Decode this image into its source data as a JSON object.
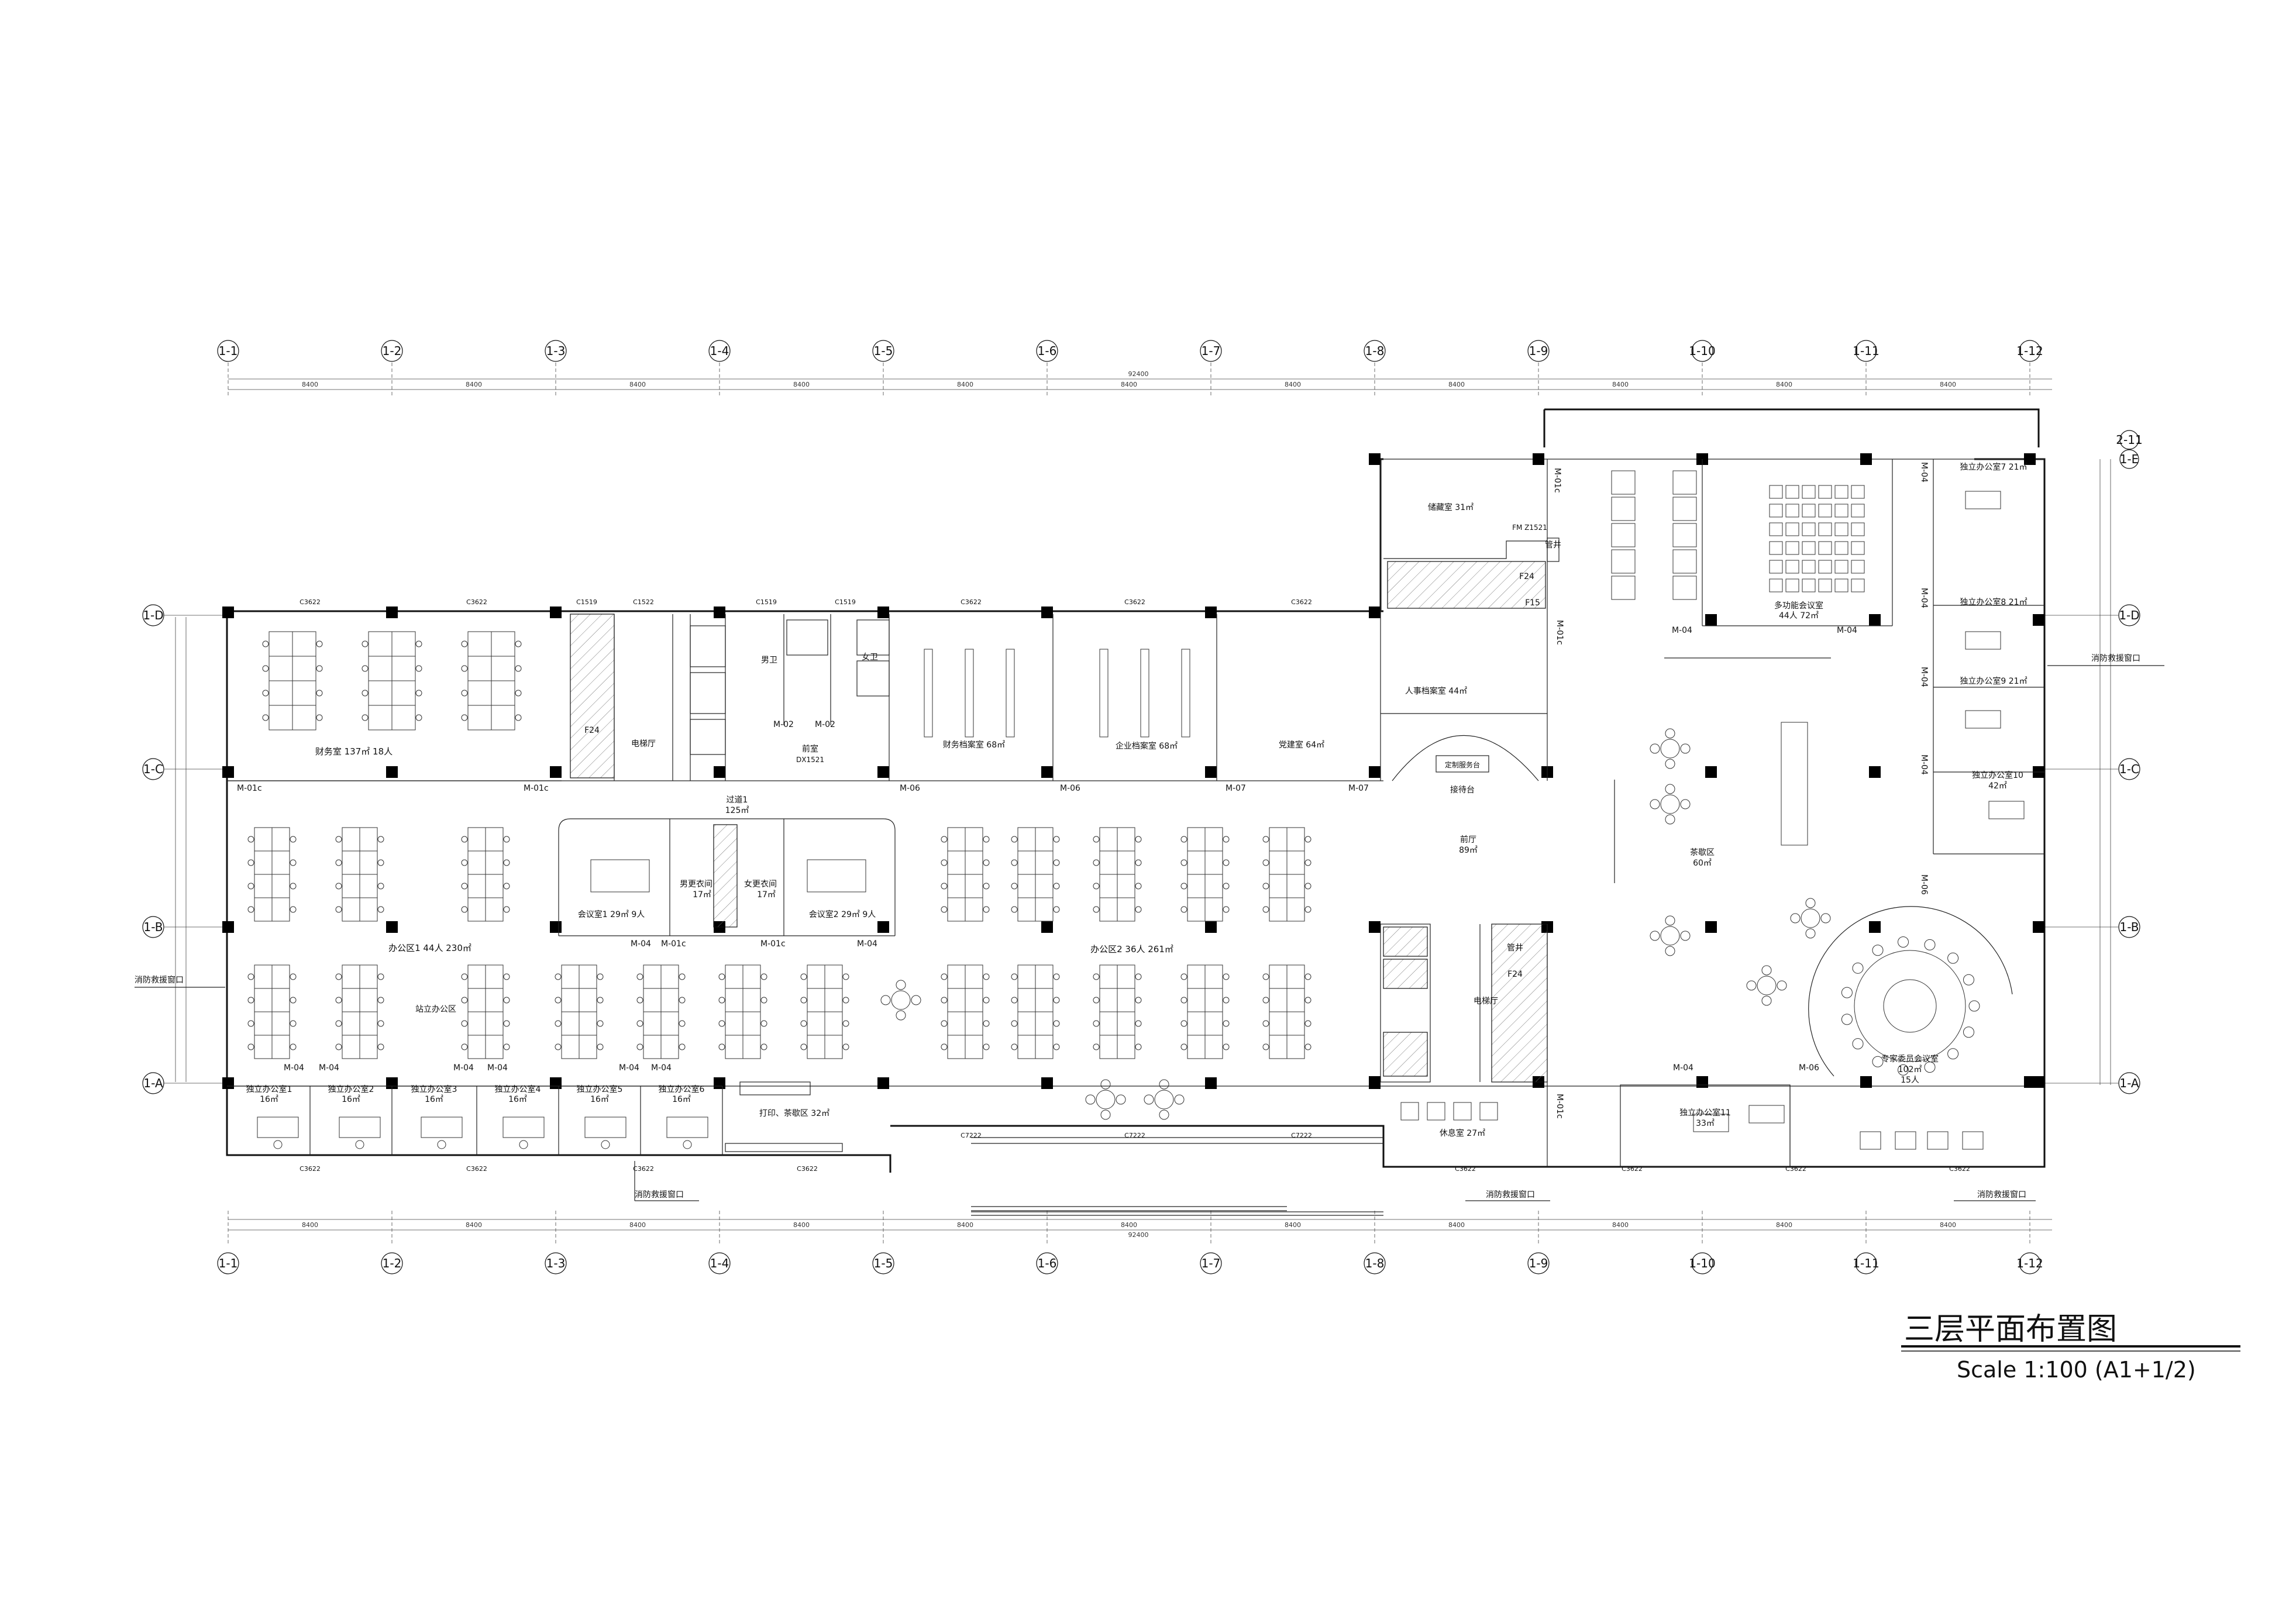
{
  "title": "三层平面布置图",
  "scale": "Scale  1:100 (A1+1/2)",
  "axes_cols": [
    "1-1",
    "1-2",
    "1-3",
    "1-4",
    "1-5",
    "1-6",
    "1-7",
    "1-8",
    "1-9",
    "1-10",
    "1-11",
    "1-12"
  ],
  "axes_rows": [
    "1-D",
    "1-C",
    "1-B",
    "1-A"
  ],
  "axes_rows_extra": [
    "2-11",
    "1-E"
  ],
  "dims": {
    "bay": "8400",
    "total": "92400"
  },
  "rooms": {
    "finance": "财务室  137㎡  18人",
    "elevator_hall_left": "电梯厅",
    "f24_left": "F24",
    "male_wc": "男卫",
    "female_wc": "女卫",
    "front_room": "前室",
    "dx1521": "DX1521",
    "finance_archive": "财务档案室 68㎡",
    "enterprise_archive": "企业档案室 68㎡",
    "party_room": "党建室  64㎡",
    "storage": "储藏室  31㎡",
    "fm_z1521": "FM Z1521",
    "pipe_shaft": "管井",
    "f24_top": "F24",
    "f15": "F15",
    "hr_archive": "人事档案室 44㎡",
    "custom_service": "定制服务台",
    "reception": "接待台",
    "lobby": "前厅",
    "lobby_area": "89㎡",
    "multi_meeting": "多功能会议室",
    "multi_meeting_area": "44人 72㎡",
    "corridor": "过道1",
    "corridor_area": "125㎡",
    "meeting1": "会议室1  29㎡ 9人",
    "meeting2": "会议室2  29㎡ 9人",
    "male_locker": "男更衣间",
    "male_locker_area": "17㎡",
    "female_locker": "女更衣间",
    "female_locker_area": "17㎡",
    "office1": "办公区1  44人 230㎡",
    "station_office": "站立办公区",
    "office2": "办公区2  36人 261㎡",
    "tea_area": "茶歇区",
    "tea_area_size": "60㎡",
    "expert_meeting": "专家委员会议室",
    "expert_meeting_area": "102㎡",
    "expert_meeting_people": "15人",
    "elevator_hall_right": "电梯厅",
    "f24_right": "F24",
    "pipe_shaft_right": "管井",
    "rest_room": "休息室  27㎡",
    "print_tea": "打印、茶歇区  32㎡",
    "office_ind1": "独立办公室1",
    "office_ind2": "独立办公室2",
    "office_ind3": "独立办公室3",
    "office_ind4": "独立办公室4",
    "office_ind5": "独立办公室5",
    "office_ind6": "独立办公室6",
    "office_ind_area": "16㎡",
    "office_ind7": "独立办公室7  21㎡",
    "office_ind8": "独立办公室8  21㎡",
    "office_ind9": "独立办公室9  21㎡",
    "office_ind10": "独立办公室10",
    "office_ind10_area": "42㎡",
    "office_ind11": "独立办公室11",
    "office_ind11_area": "33㎡"
  },
  "doors": {
    "m01c": "M-01c",
    "m02": "M-02",
    "m04": "M-04",
    "m06": "M-06",
    "m07": "M-07"
  },
  "windows": {
    "c3622": "C3622",
    "c1519": "C1519",
    "c1522": "C1522",
    "c7222": "C7222"
  },
  "escape": "消防救援窗口"
}
